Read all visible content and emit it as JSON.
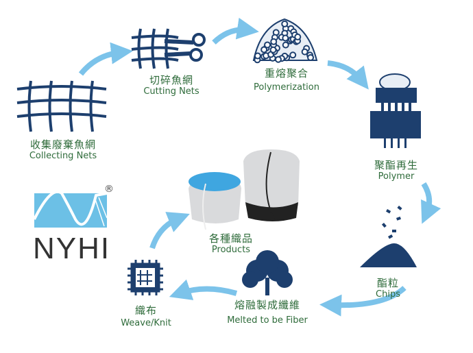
{
  "colors": {
    "navy": "#1d3f6e",
    "arrow": "#7cc3ea",
    "text": "#2e6b3a",
    "logo": "#6cc0e6"
  },
  "steps": [
    {
      "zh": "收集廢棄魚網",
      "en": "Collecting Nets",
      "icon": "fishing-net-icon"
    },
    {
      "zh": "切碎魚網",
      "en": "Cutting Nets",
      "icon": "scissors-net-icon"
    },
    {
      "zh": "重熔聚合",
      "en": "Polymerization",
      "icon": "pellet-pile-icon"
    },
    {
      "zh": "聚酯再生",
      "en": "Polymer",
      "icon": "extruder-icon"
    },
    {
      "zh": "酯粒",
      "en": "Chips",
      "icon": "chips-pile-icon"
    },
    {
      "zh": "熔融製成纖維",
      "en": "Melted to be Fiber",
      "icon": "cotton-flower-icon"
    },
    {
      "zh": "織布",
      "en": "Weave/Knit",
      "icon": "woven-fabric-icon"
    },
    {
      "zh": "各種織品",
      "en": "Products",
      "icon": "bags-icon"
    }
  ],
  "logo": {
    "text": "NYHI",
    "mark": "®"
  }
}
